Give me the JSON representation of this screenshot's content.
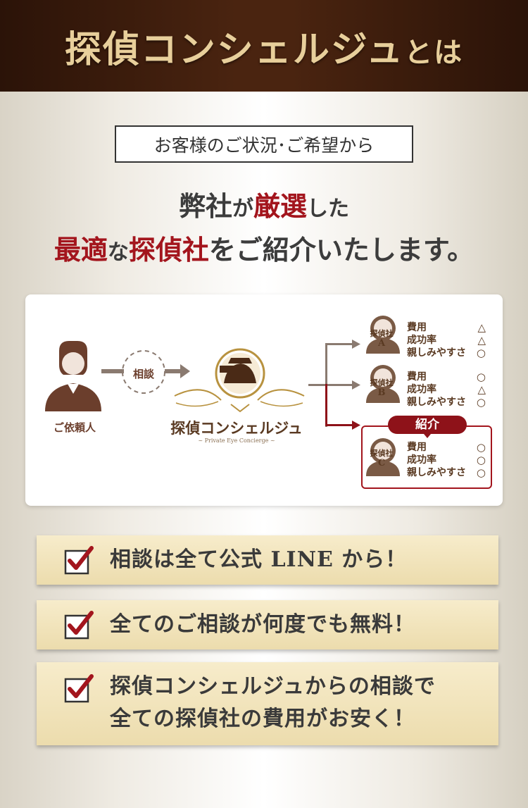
{
  "header": {
    "title_main": "探偵コンシェルジュ",
    "title_suffix": "とは"
  },
  "situation_label": "お客様のご状況･ご希望から",
  "lead": {
    "line1_a": "弊社",
    "line1_b": "が",
    "line1_c": "厳選",
    "line1_d": "した",
    "line2_a": "最適",
    "line2_b": "な",
    "line2_c": "探偵社",
    "line2_d": "をご紹介いたします。"
  },
  "diagram": {
    "client_label": "ご依頼人",
    "consult_label": "相談",
    "logo_title": "探偵コンシェルジュ",
    "logo_subtitle": "~ Private Eye Concierge ~",
    "intro_badge": "紹介",
    "criteria": [
      "費用",
      "成功率",
      "親しみやすさ"
    ],
    "agencies": [
      {
        "tag": "探偵社",
        "letter": "A",
        "marks": [
          "△",
          "△",
          "○"
        ]
      },
      {
        "tag": "探偵社",
        "letter": "B",
        "marks": [
          "○",
          "△",
          "○"
        ]
      },
      {
        "tag": "探偵社",
        "letter": "C",
        "marks": [
          "○",
          "○",
          "○"
        ]
      }
    ]
  },
  "features": [
    {
      "line1": "相談は全て公式 LINE から！",
      "line2": ""
    },
    {
      "line1": "全てのご相談が何度でも無料！",
      "line2": ""
    },
    {
      "line1": "探偵コンシェルジュからの相談で",
      "line2": "全ての探偵社の費用がお安く！"
    }
  ],
  "colors": {
    "header_bg": "#4a2410",
    "header_text": "#e8cf9b",
    "accent_red": "#a3151d",
    "brown": "#6b3e2c",
    "feature_bg": "#f2e4bb"
  },
  "icons": [
    "client-person-icon",
    "detective-logo-icon",
    "agent-person-icon",
    "checkbox-checked-icon",
    "arrow-right-icon"
  ]
}
